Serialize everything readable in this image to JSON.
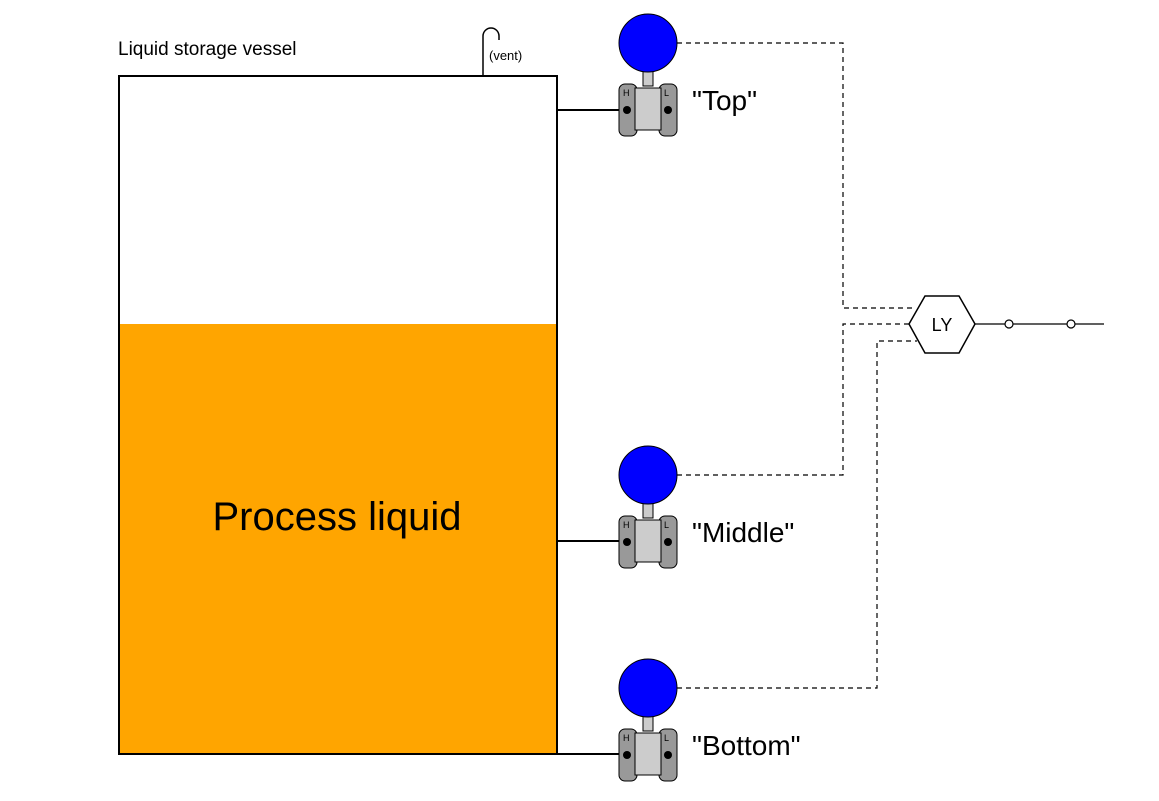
{
  "vessel": {
    "title": "Liquid storage vessel",
    "vent_label": "(vent)",
    "liquid_label": "Process liquid",
    "liquid_color": "#FFA500"
  },
  "transmitters": [
    {
      "id": "top",
      "label": "\"Top\"",
      "high_port": "H",
      "low_port": "L"
    },
    {
      "id": "middle",
      "label": "\"Middle\"",
      "high_port": "H",
      "low_port": "L"
    },
    {
      "id": "bottom",
      "label": "\"Bottom\"",
      "high_port": "H",
      "low_port": "L"
    }
  ],
  "relay": {
    "label": "LY"
  },
  "colors": {
    "head": "#0000FF",
    "body": "#CCCCCC",
    "flange": "#999999",
    "line": "#000000"
  }
}
